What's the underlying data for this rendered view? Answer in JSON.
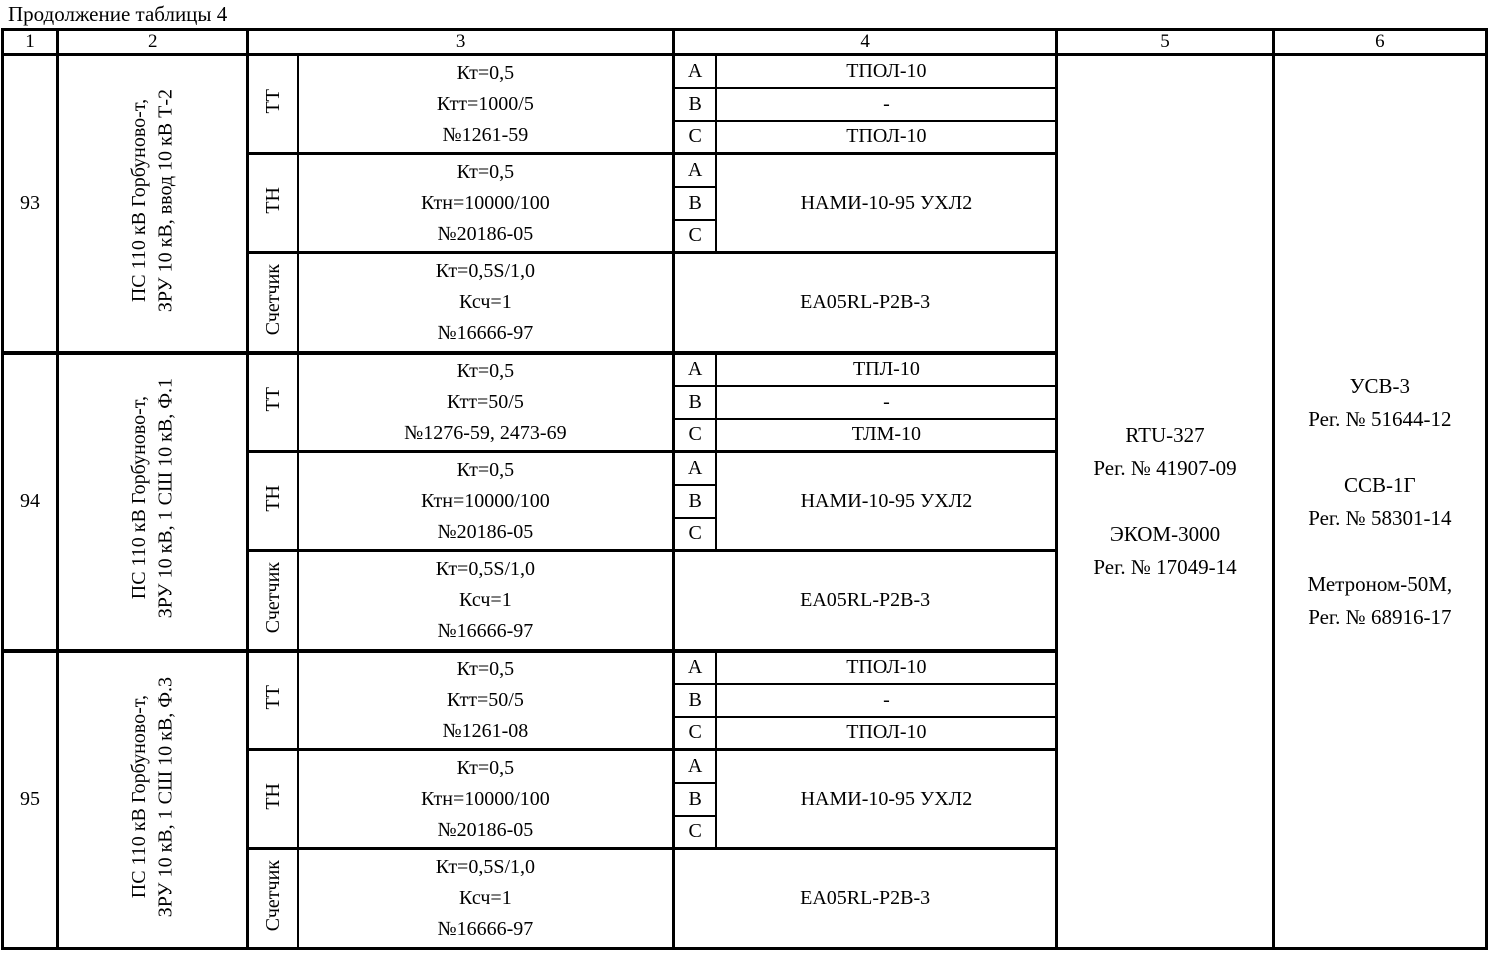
{
  "title": "Продолжение таблицы 4",
  "table": {
    "header": {
      "c1": "1",
      "c2": "2",
      "c3": "3",
      "c4": "4",
      "c5": "5",
      "c6": "6"
    },
    "rows": [
      {
        "num": "93",
        "name": {
          "line1": "ПС 110 кВ Горбуново-т,",
          "line2": "ЗРУ 10 кВ, ввод 10 кВ Т-2"
        },
        "tt": {
          "label": "ТТ",
          "params": [
            "Кт=0,5",
            "Ктт=1000/5",
            "№1261-59"
          ],
          "phases": [
            "А",
            "В",
            "С"
          ],
          "values": [
            "ТПОЛ-10",
            "-",
            "ТПОЛ-10"
          ]
        },
        "tn": {
          "label": "ТН",
          "params": [
            "Кт=0,5",
            "Ктн=10000/100",
            "№20186-05"
          ],
          "phases": [
            "А",
            "В",
            "С"
          ],
          "value": "НАМИ-10-95 УХЛ2"
        },
        "meter": {
          "label": "Счетчик",
          "params": [
            "Кт=0,5S/1,0",
            "Ксч=1",
            "№16666-97"
          ],
          "value": "EA05RL-P2B-3"
        }
      },
      {
        "num": "94",
        "name": {
          "line1": "ПС 110 кВ Горбуново-т,",
          "line2": "ЗРУ 10 кВ, 1 СШ 10 кВ, Ф.1"
        },
        "tt": {
          "label": "ТТ",
          "params": [
            "Кт=0,5",
            "Ктт=50/5",
            "№1276-59, 2473-69"
          ],
          "phases": [
            "А",
            "В",
            "С"
          ],
          "values": [
            "ТПЛ-10",
            "-",
            "ТЛМ-10"
          ]
        },
        "tn": {
          "label": "ТН",
          "params": [
            "Кт=0,5",
            "Ктн=10000/100",
            "№20186-05"
          ],
          "phases": [
            "А",
            "В",
            "С"
          ],
          "value": "НАМИ-10-95 УХЛ2"
        },
        "meter": {
          "label": "Счетчик",
          "params": [
            "Кт=0,5S/1,0",
            "Ксч=1",
            "№16666-97"
          ],
          "value": "EA05RL-P2B-3"
        }
      },
      {
        "num": "95",
        "name": {
          "line1": "ПС 110 кВ Горбуново-т,",
          "line2": "ЗРУ 10 кВ, 1 СШ 10 кВ, Ф.3"
        },
        "tt": {
          "label": "ТТ",
          "params": [
            "Кт=0,5",
            "Ктт=50/5",
            "№1261-08"
          ],
          "phases": [
            "А",
            "В",
            "С"
          ],
          "values": [
            "ТПОЛ-10",
            "-",
            "ТПОЛ-10"
          ]
        },
        "tn": {
          "label": "ТН",
          "params": [
            "Кт=0,5",
            "Ктн=10000/100",
            "№20186-05"
          ],
          "phases": [
            "А",
            "В",
            "С"
          ],
          "value": "НАМИ-10-95 УХЛ2"
        },
        "meter": {
          "label": "Счетчик",
          "params": [
            "Кт=0,5S/1,0",
            "Ксч=1",
            "№16666-97"
          ],
          "value": "EA05RL-P2B-3"
        }
      }
    ],
    "col5": [
      "RTU-327",
      "Рег. № 41907-09",
      "",
      "ЭКОМ-3000",
      "Рег. № 17049-14"
    ],
    "col6": [
      "УСВ-3",
      "Рег. № 51644-12",
      "",
      "ССВ-1Г",
      "Рег. № 58301-14",
      "",
      "Метроном-50М,",
      "Рег. № 68916-17"
    ]
  }
}
